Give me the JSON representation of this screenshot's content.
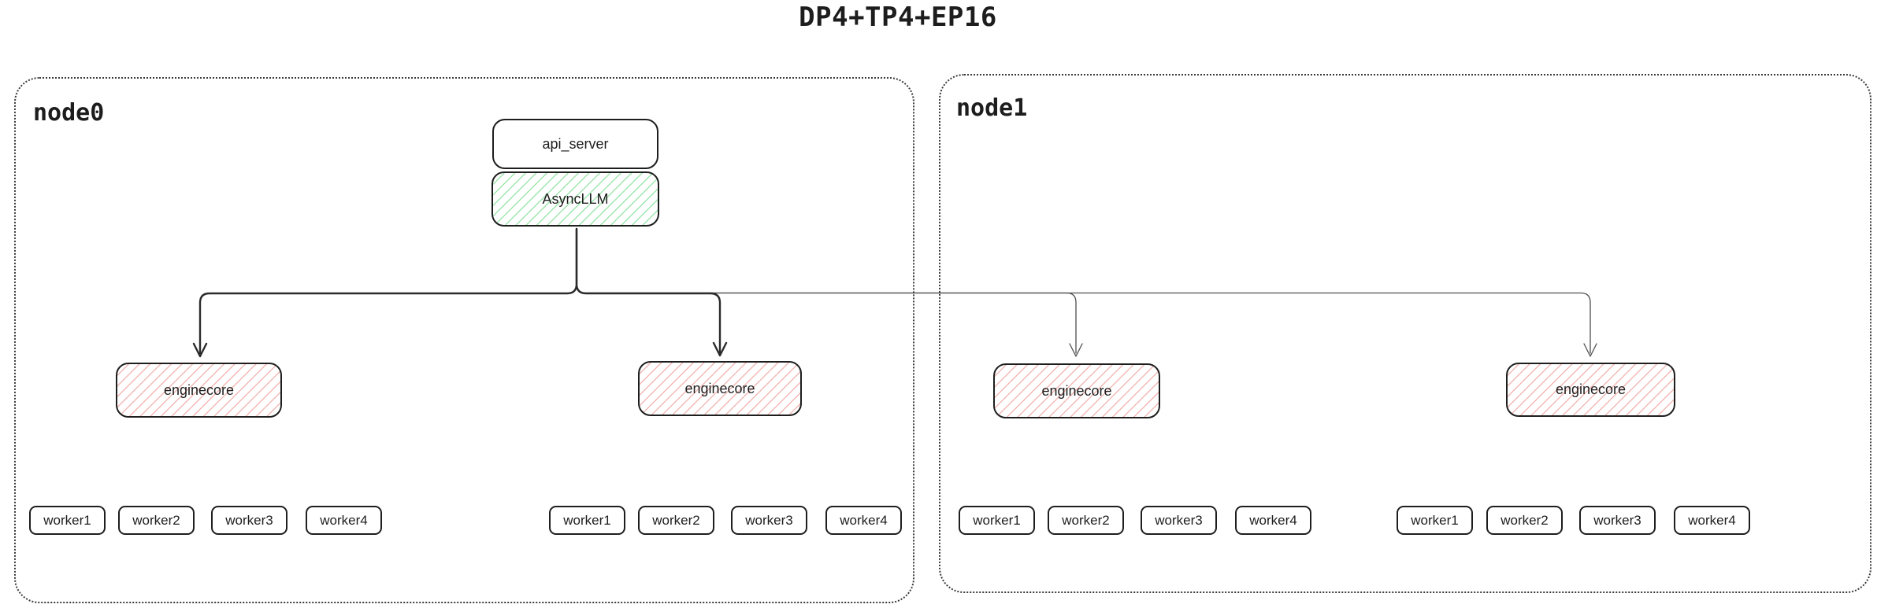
{
  "title": "DP4+TP4+EP16",
  "nodes": {
    "node0": {
      "label": "node0"
    },
    "node1": {
      "label": "node1"
    }
  },
  "api_server": {
    "label": "api_server"
  },
  "async_llm": {
    "label": "AsyncLLM"
  },
  "enginecores": [
    "enginecore",
    "enginecore",
    "enginecore",
    "enginecore"
  ],
  "workers": {
    "groups": [
      [
        "worker1",
        "worker2",
        "worker3",
        "worker4"
      ],
      [
        "worker1",
        "worker2",
        "worker3",
        "worker4"
      ],
      [
        "worker1",
        "worker2",
        "worker3",
        "worker4"
      ],
      [
        "worker1",
        "worker2",
        "worker3",
        "worker4"
      ]
    ]
  },
  "colors": {
    "box_border": "#1e1e1e",
    "node_border": "#3a3a3a",
    "green_hatch": "#9fe6ae",
    "red_hatch": "#f2b9b5",
    "arrow_primary": "#2b2b2b",
    "arrow_secondary": "#4f4f4f"
  }
}
